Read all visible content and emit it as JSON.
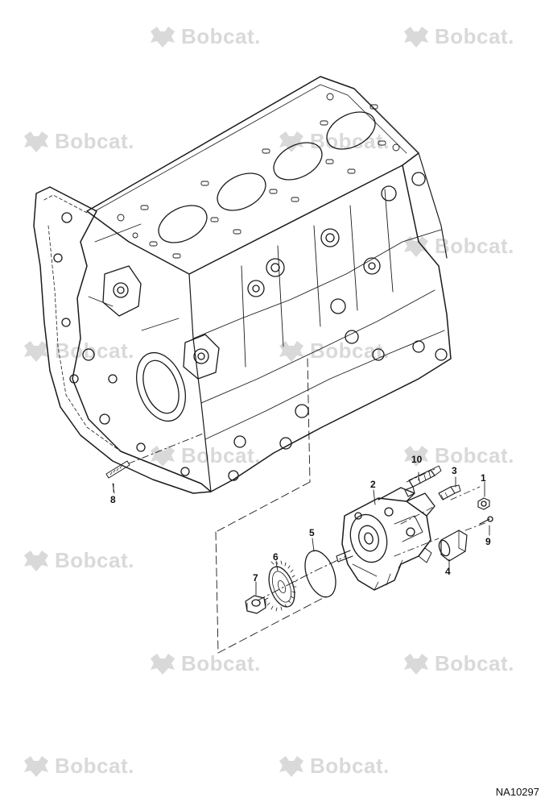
{
  "watermark": {
    "text": "Bobcat."
  },
  "figure_id": "NA10297",
  "callouts": [
    {
      "id": "1",
      "label": "1"
    },
    {
      "id": "2",
      "label": "2"
    },
    {
      "id": "3",
      "label": "3"
    },
    {
      "id": "4",
      "label": "4"
    },
    {
      "id": "5",
      "label": "5"
    },
    {
      "id": "6",
      "label": "6"
    },
    {
      "id": "7",
      "label": "7"
    },
    {
      "id": "8",
      "label": "8"
    },
    {
      "id": "9",
      "label": "9"
    },
    {
      "id": "10",
      "label": "10"
    }
  ],
  "colors": {
    "line": "#1a1a1a",
    "watermark": "#d9d9d9"
  }
}
